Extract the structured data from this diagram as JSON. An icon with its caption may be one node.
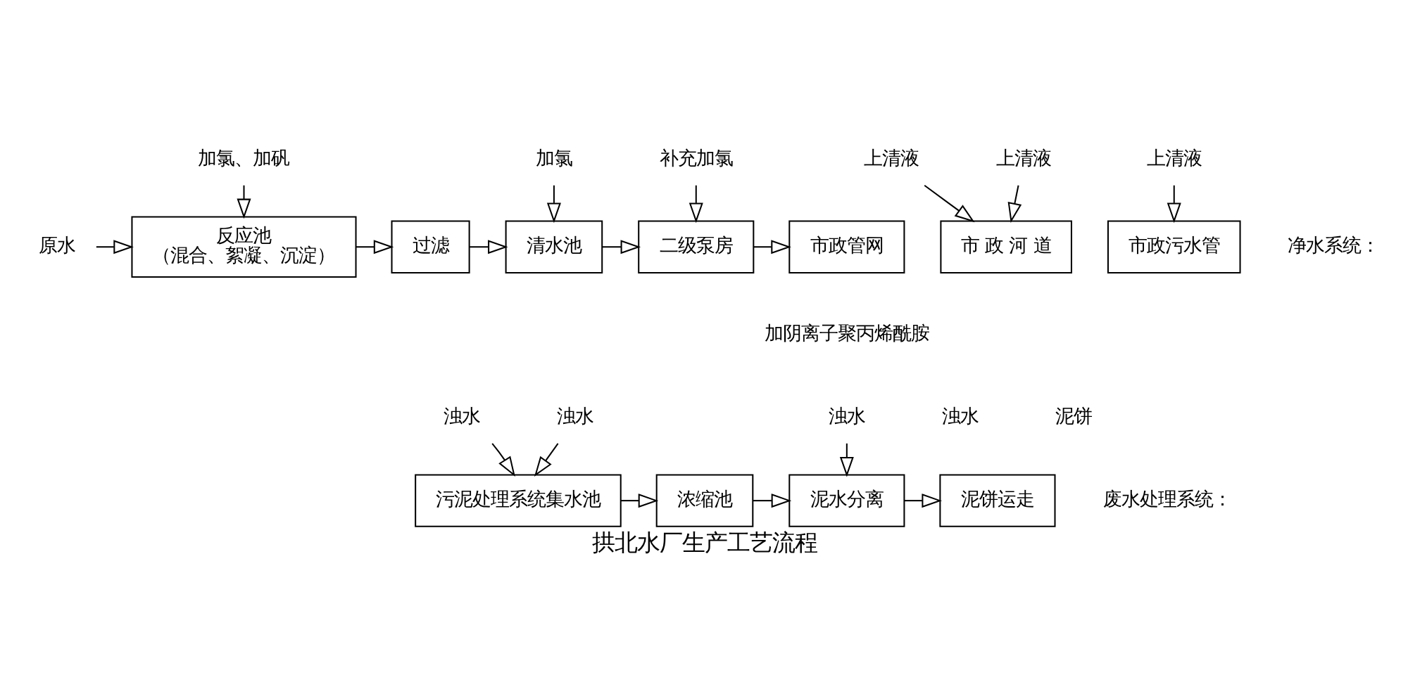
{
  "diagram": {
    "title": "拱北水厂生产工艺流程",
    "nodes": [
      {
        "text": [
          "原水"
        ]
      },
      {
        "text": [
          "反应池",
          "（混合、絮凝、沉淀）"
        ]
      },
      {
        "text": [
          "过滤"
        ]
      },
      {
        "text": [
          "清水池"
        ]
      },
      {
        "text": [
          "二级泵房"
        ]
      },
      {
        "text": [
          "市政管网"
        ]
      },
      {
        "text": [
          "加氯、加矾"
        ]
      },
      {
        "text": [
          "加氯"
        ]
      },
      {
        "text": [
          "补充加氯"
        ]
      },
      {
        "text": [
          "污泥处理系统集水池"
        ]
      },
      {
        "text": [
          "浓缩池"
        ]
      },
      {
        "text": [
          "泥水分离"
        ]
      },
      {
        "text": [
          "泥饼运走"
        ]
      },
      {
        "text": [
          "浊水"
        ]
      },
      {
        "text": [
          "浊水"
        ]
      },
      {
        "text": [
          "浊水"
        ]
      },
      {
        "text": [
          "市 政 河 道"
        ]
      },
      {
        "text": [
          "市政污水管"
        ]
      },
      {
        "text": [
          "上清液"
        ]
      },
      {
        "text": [
          "上清液"
        ]
      },
      {
        "text": [
          "上清液"
        ]
      }
    ],
    "edges": [
      {
        "from": 0,
        "to": 1,
        "arrow": "to"
      },
      {
        "from": 1,
        "to": 2,
        "arrow": "to"
      },
      {
        "from": 2,
        "to": 3,
        "arrow": "to"
      },
      {
        "from": 3,
        "to": 4,
        "arrow": "to"
      },
      {
        "from": 4,
        "to": 5,
        "arrow": "to"
      },
      {
        "from": 6,
        "to": 1,
        "arrow": "to"
      },
      {
        "from": 7,
        "to": 3,
        "arrow": "to"
      },
      {
        "from": 8,
        "to": 4,
        "arrow": "to"
      },
      {
        "from": 9,
        "to": 10,
        "arrow": "to"
      },
      {
        "from": 10,
        "to": 11,
        "arrow": "to"
      },
      {
        "from": 11,
        "to": 12,
        "arrow": "to"
      },
      {
        "from": 13,
        "to": 9,
        "arrow": "to"
      },
      {
        "from": 14,
        "to": 9,
        "arrow": "to"
      },
      {
        "from": 15,
        "to": 11,
        "arrow": "to"
      },
      {
        "from": 18,
        "to": 16,
        "arrow": "to"
      },
      {
        "from": 19,
        "to": 16,
        "arrow": "to"
      },
      {
        "from": 20,
        "to": 17,
        "arrow": "to"
      }
    ],
    "labels": [
      "净水系统：",
      "加阴离子聚丙烯酰胺",
      "废水处理系统：",
      "浊水",
      "泥饼"
    ]
  }
}
